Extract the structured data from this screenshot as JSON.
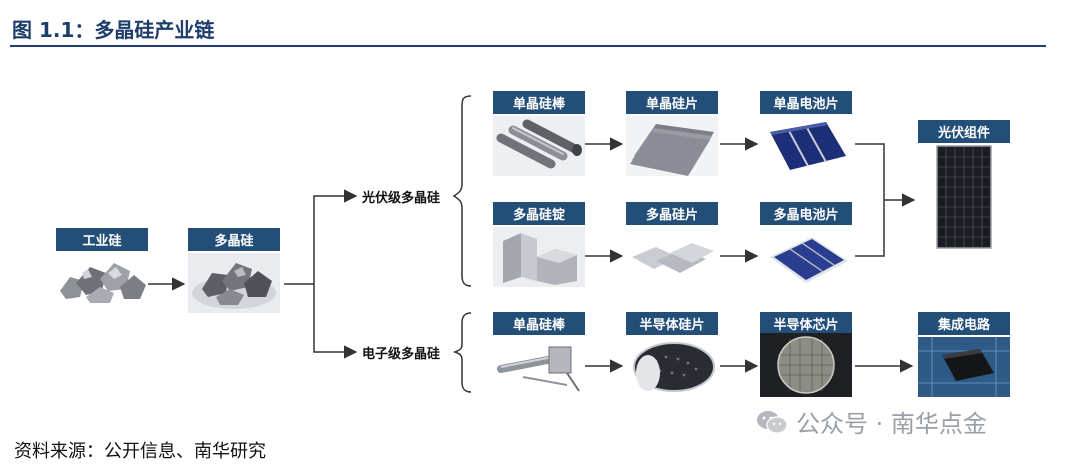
{
  "figure": {
    "title": "图 1.1：多晶硅产业链",
    "source": "资料来源：公开信息、南华研究",
    "watermark": "公众号 · 南华点金"
  },
  "nodes": {
    "industrial_si": "工业硅",
    "polysilicon": "多晶硅",
    "pv_mono_rod": "单晶硅棒",
    "pv_mono_wafer": "单晶硅片",
    "pv_mono_cell": "单晶电池片",
    "pv_multi_ingot": "多晶硅锭",
    "pv_multi_wafer": "多晶硅片",
    "pv_multi_cell": "多晶电池片",
    "pv_module": "光伏组件",
    "eg_mono_rod": "单晶硅棒",
    "eg_wafer": "半导体硅片",
    "eg_chip": "半导体芯片",
    "eg_ic": "集成电路"
  },
  "branches": {
    "solar_grade": "光伏级多晶硅",
    "electronic_grade": "电子级多晶硅"
  }
}
